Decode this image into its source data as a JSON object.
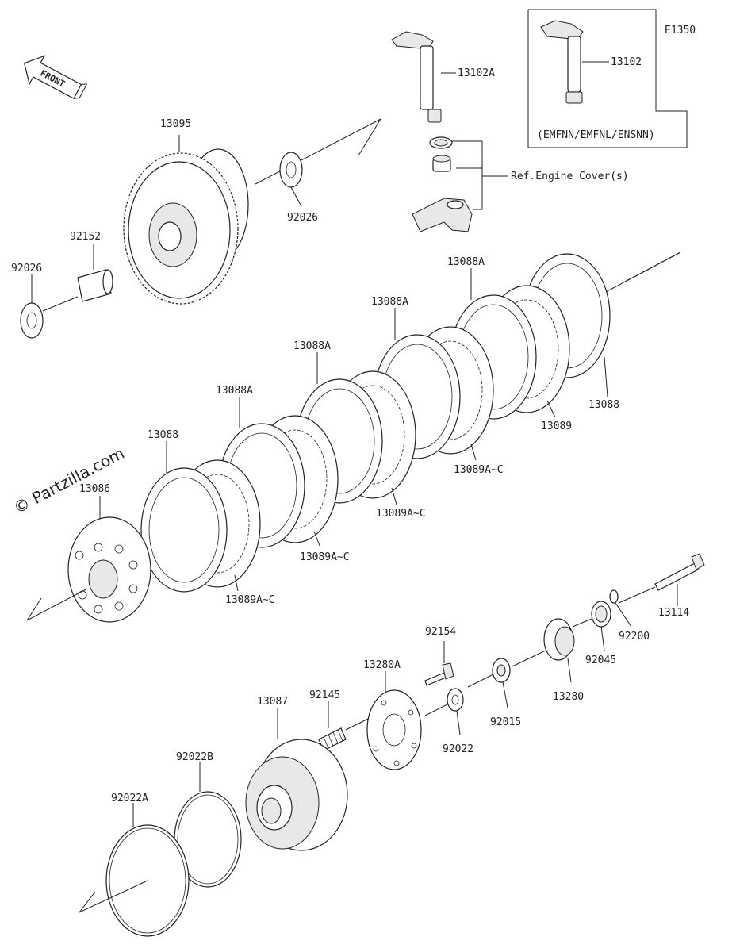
{
  "diagram_code": "E1350",
  "watermark": "© Partzilla.com",
  "front_label": "FRONT",
  "variant_note": "(EMFNN/EMFNL/ENSNN)",
  "ref_note": "Ref.Engine Cover(s)",
  "parts": {
    "p13102": "13102",
    "p13102A": "13102A",
    "p13095": "13095",
    "p92026_top": "92026",
    "p92026_left": "92026",
    "p92152": "92152",
    "p13088A_1": "13088A",
    "p13088A_2": "13088A",
    "p13088A_3": "13088A",
    "p13088A_4": "13088A",
    "p13088_top": "13088",
    "p13088_left": "13088",
    "p13089": "13089",
    "p13089AC_1": "13089A~C",
    "p13089AC_2": "13089A~C",
    "p13089AC_3": "13089A~C",
    "p13089AC_4": "13089A~C",
    "p13086": "13086",
    "p13114": "13114",
    "p92200": "92200",
    "p92045": "92045",
    "p92154": "92154",
    "p13280A": "13280A",
    "p13280": "13280",
    "p92015": "92015",
    "p92022": "92022",
    "p92145": "92145",
    "p13087": "13087",
    "p92022B": "92022B",
    "p92022A": "92022A"
  }
}
